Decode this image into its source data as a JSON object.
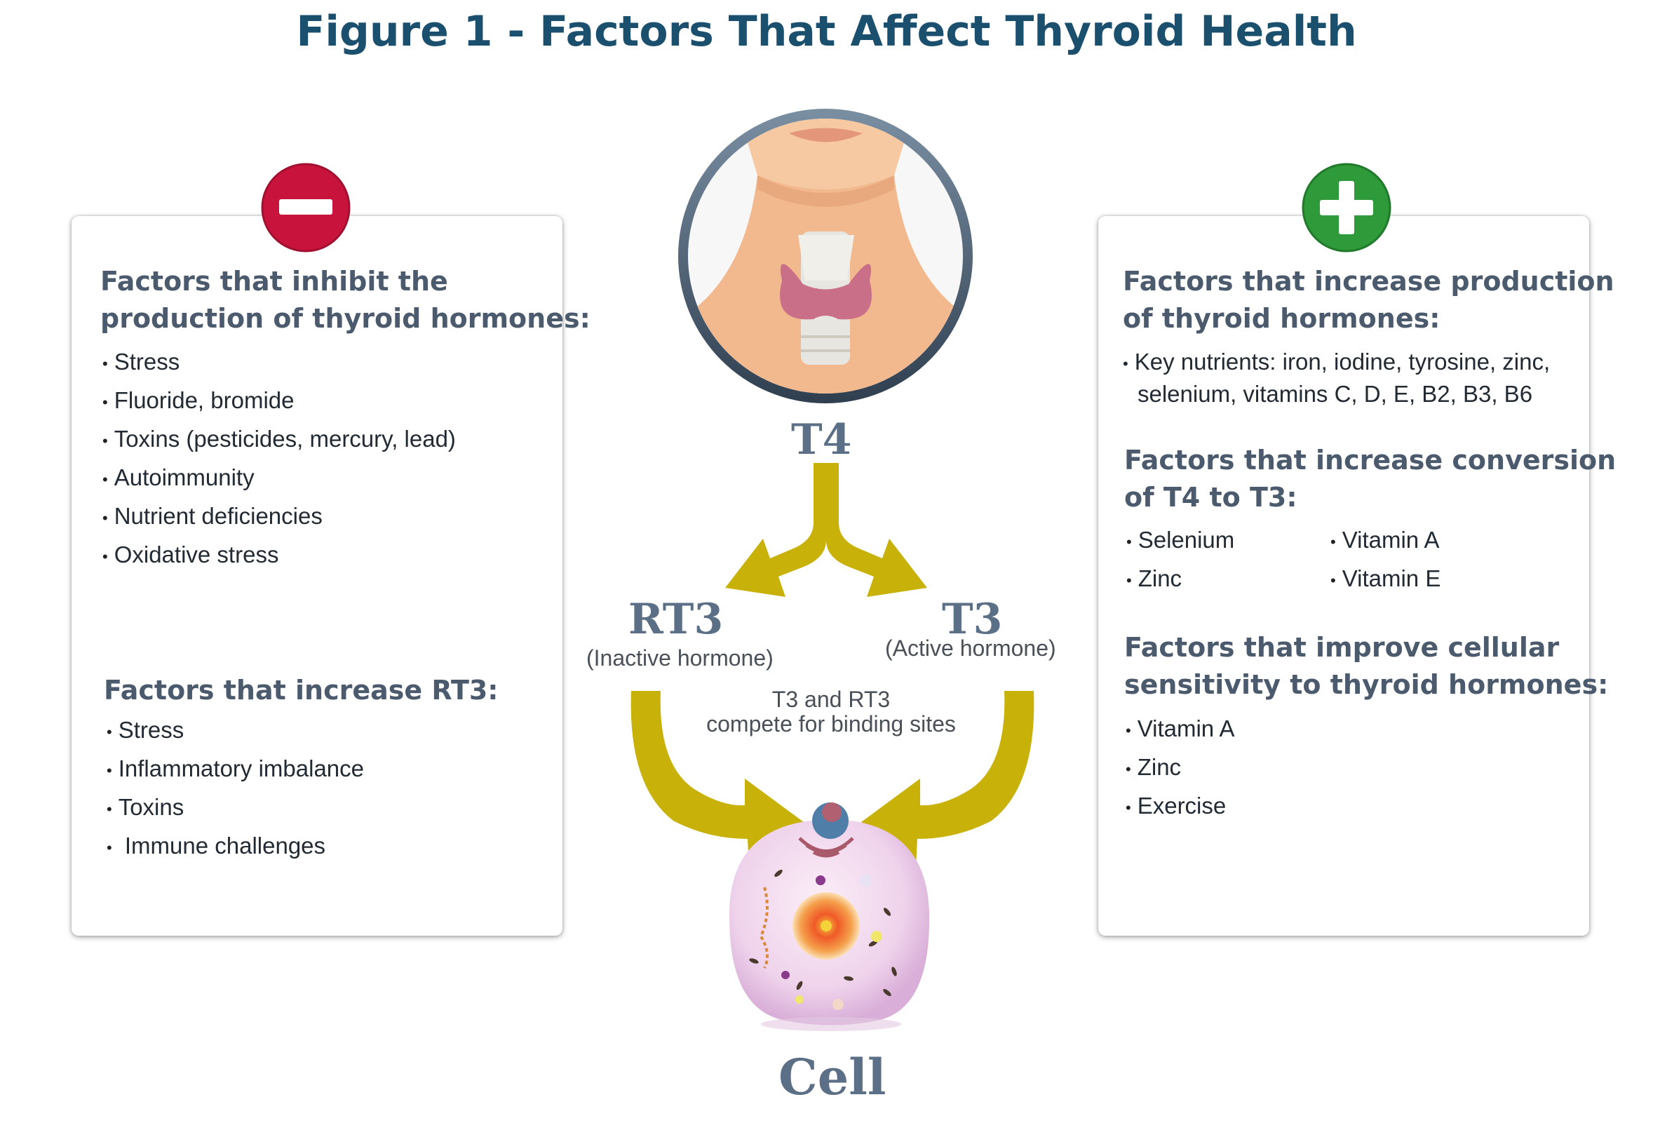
{
  "title": "Figure 1 - Factors That Affect Thyroid Health",
  "left": {
    "inhibit_heading": [
      "Factors that inhibit the",
      "production of thyroid hormones:"
    ],
    "inhibit_items": [
      "Stress",
      "Fluoride, bromide",
      "Toxins (pesticides, mercury, lead)",
      "Autoimmunity",
      "Nutrient deficiencies",
      "Oxidative stress"
    ],
    "rt3_heading": "Factors that increase RT3:",
    "rt3_items": [
      "Stress",
      "Inflammatory imbalance",
      "Toxins",
      " Immune challenges"
    ]
  },
  "right": {
    "production_heading": [
      "Factors that increase production",
      "of thyroid hormones:"
    ],
    "production_items": [
      "Key nutrients: iron, iodine, tyrosine, zinc,",
      "selenium, vitamins C, D, E, B2, B3, B6"
    ],
    "conversion_heading": [
      "Factors that increase conversion",
      "of T4 to T3:"
    ],
    "conversion_col1": [
      "Selenium",
      "Zinc"
    ],
    "conversion_col2": [
      "Vitamin A",
      "Vitamin E"
    ],
    "sensitivity_heading": [
      "Factors that improve cellular",
      "sensitivity to thyroid hormones:"
    ],
    "sensitivity_items": [
      "Vitamin A",
      "Zinc",
      "Exercise"
    ]
  },
  "center": {
    "t4": "T4",
    "rt3": "RT3",
    "rt3_caption": "(Inactive hormone)",
    "t3": "T3",
    "t3_caption": "(Active hormone)",
    "compete_caption": [
      "T3 and RT3",
      "compete for binding sites"
    ],
    "cell": "Cell"
  },
  "icons": [
    "minus-icon",
    "plus-icon",
    "thyroid-neck-icon",
    "cell-icon"
  ],
  "colors": {
    "title": "#1b4f6e",
    "minus_badge": "#c8143c",
    "plus_badge": "#2e9a3a",
    "arrow": "#c8b20a",
    "label": "#5b6f86"
  }
}
